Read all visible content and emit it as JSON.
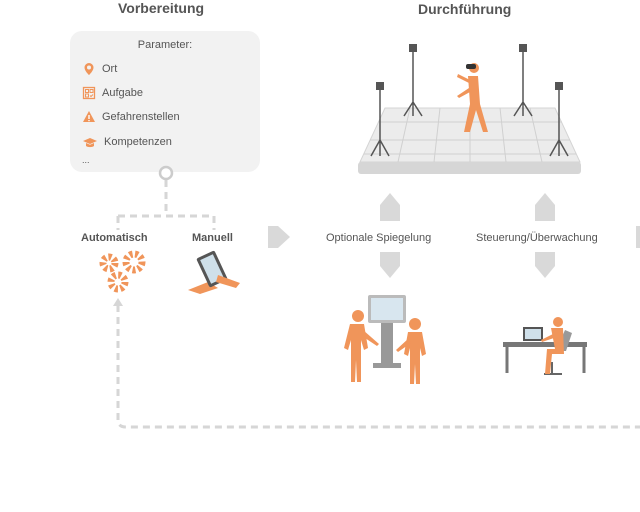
{
  "headers": {
    "preparation": "Vorbereitung",
    "execution": "Durchführung"
  },
  "parameters": {
    "title": "Parameter:",
    "items": [
      {
        "label": "Ort",
        "icon": "location-pin-icon"
      },
      {
        "label": "Aufgabe",
        "icon": "task-checklist-icon"
      },
      {
        "label": "Gefahrenstellen",
        "icon": "warning-icon"
      },
      {
        "label": "Kompetenzen",
        "icon": "graduation-cap-icon"
      }
    ],
    "more": "..."
  },
  "modes": {
    "automatic": "Automatisch",
    "manual": "Manuell"
  },
  "flows": {
    "mirroring": "Optionale Spiegelung",
    "control": "Steuerung/Überwachung"
  },
  "colors": {
    "accent": "#f0955a",
    "gray": "#d9d9d9",
    "dark": "#666666"
  }
}
